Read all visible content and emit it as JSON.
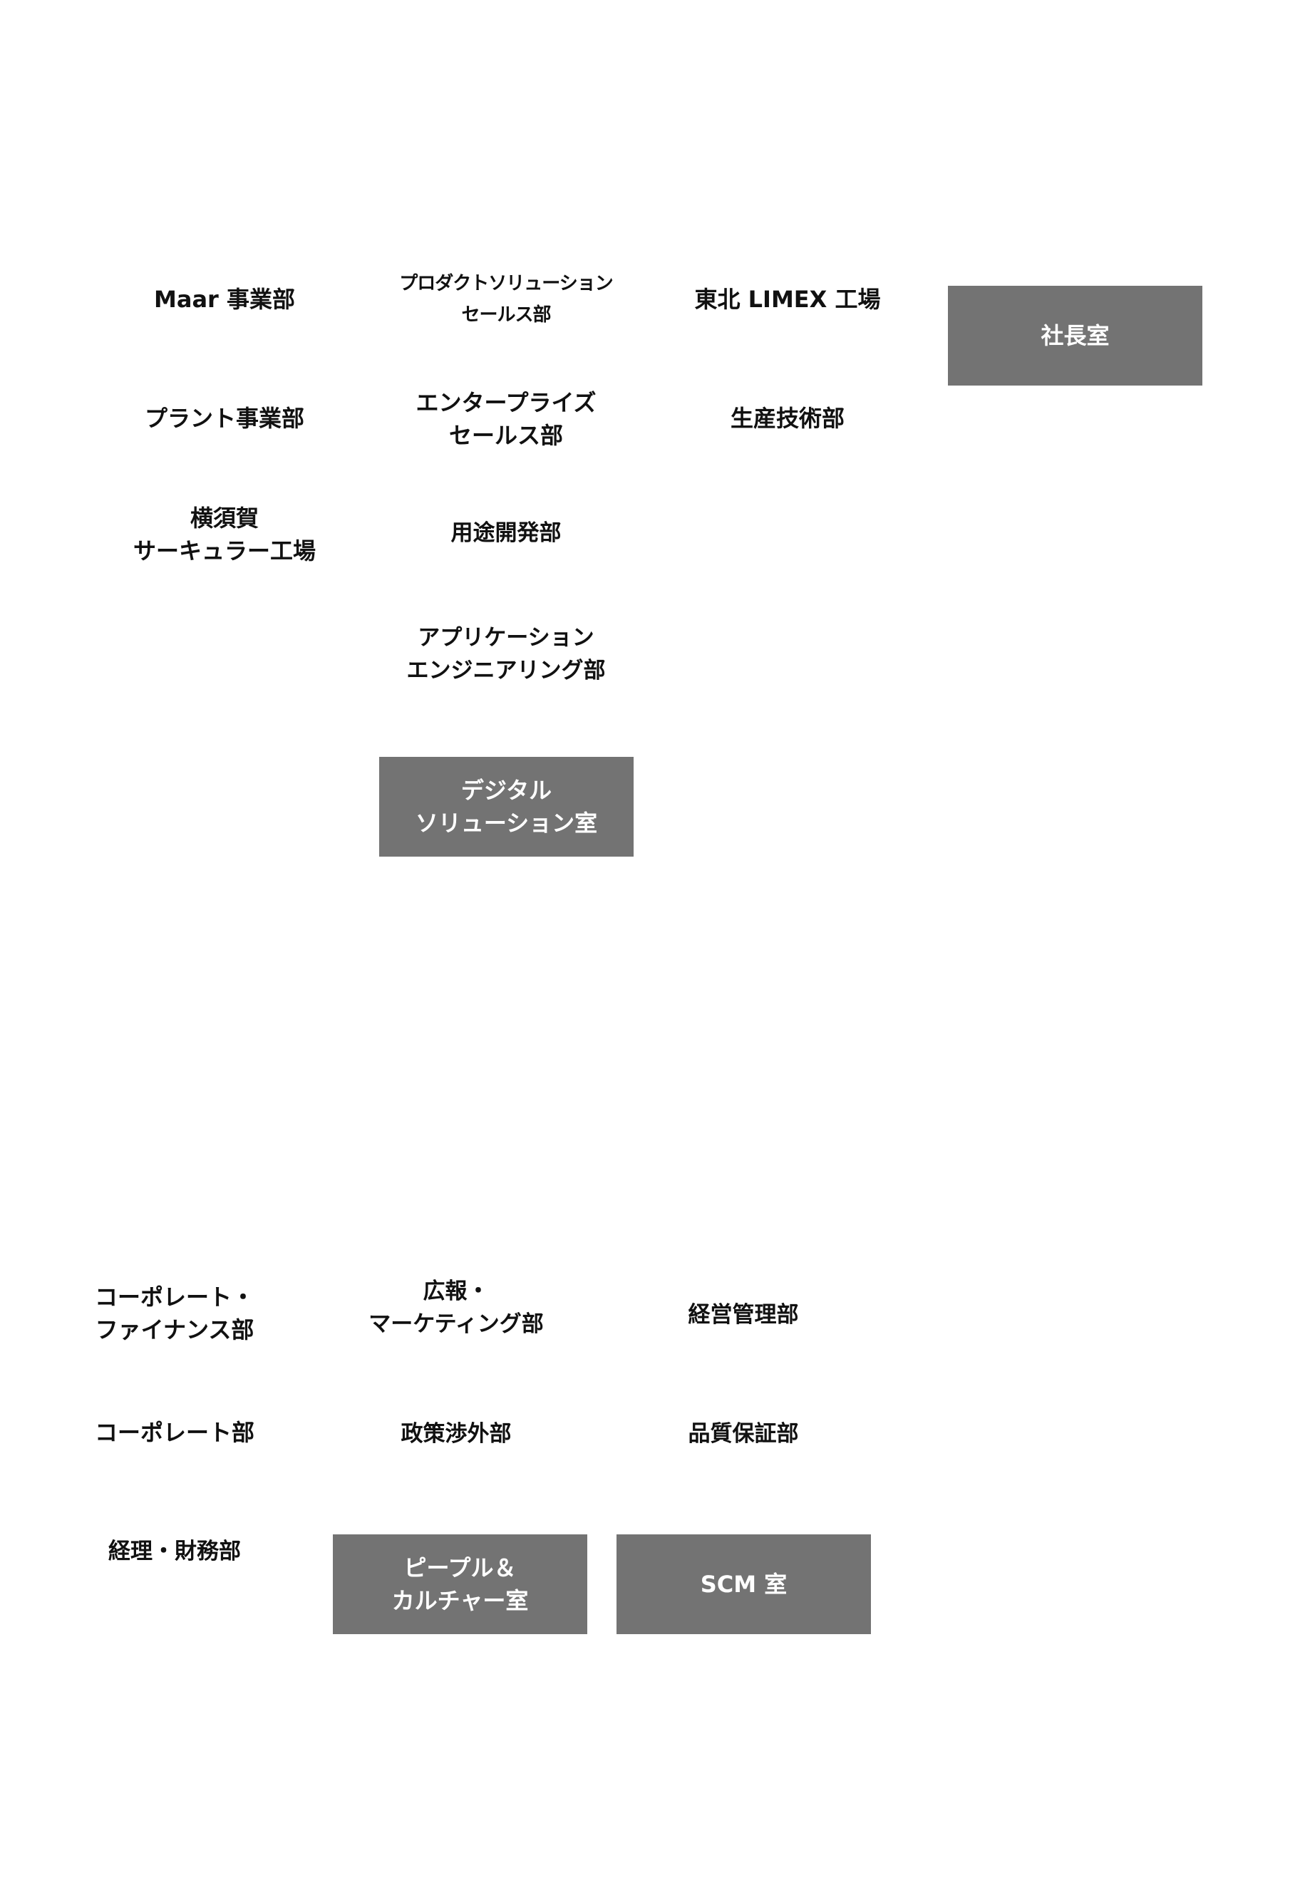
{
  "top": {
    "col1": [
      "Maar 事業部",
      "プラント事業部",
      "横須賀\nサーキュラー工場"
    ],
    "col2": [
      "プロダクトソリューション\nセールス部",
      "エンタープライズ\nセールス部",
      "用途開発部",
      "アプリケーション\nエンジニアリング部"
    ],
    "col3": [
      "東北 LIMEX 工場",
      "生産技術部"
    ],
    "boxes": {
      "president": "社長室",
      "digital": "デジタル\nソリューション室"
    }
  },
  "bottom": {
    "col1": [
      "コーポレート・\nファイナンス部",
      "コーポレート部",
      "経理・財務部"
    ],
    "col2": [
      "広報・\nマーケティング部",
      "政策渉外部"
    ],
    "col3": [
      "経営管理部",
      "品質保証部"
    ],
    "boxes": {
      "people": "ピープル＆\nカルチャー室",
      "scm": "SCM 室"
    }
  },
  "colors": {
    "box_fill": "#737373",
    "box_text": "#ffffff",
    "label_text": "#111111",
    "background": "#ffffff"
  }
}
